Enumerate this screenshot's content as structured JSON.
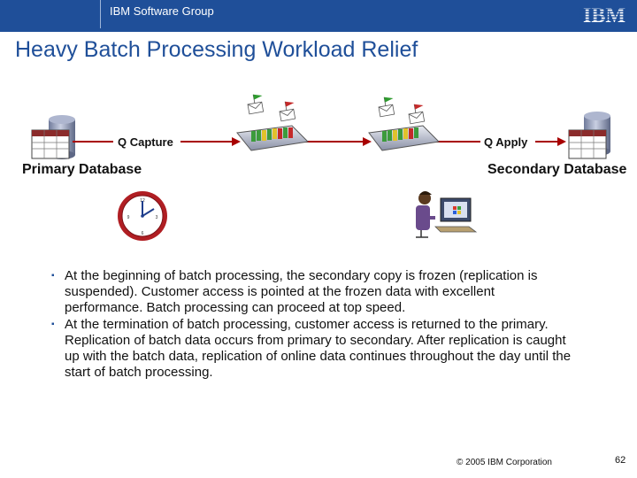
{
  "header": {
    "group_name": "IBM Software Group",
    "logo_text": "IBM"
  },
  "slide": {
    "title": "Heavy Batch Processing Workload Relief"
  },
  "diagram": {
    "capture_label": "Q Capture",
    "apply_label": "Q Apply",
    "primary_label": "Primary Database",
    "secondary_label": "Secondary Database",
    "icons": [
      "database-icon",
      "queue-icon",
      "envelope-icon",
      "clock-icon",
      "user-at-computer-icon"
    ]
  },
  "bullets": [
    "At the beginning of batch processing, the secondary copy is frozen (replication is suspended).  Customer access is pointed at  the frozen data with excellent performance.  Batch processing can proceed at top speed.",
    "At the termination of batch processing, customer access is returned to the primary.  Replication of batch data occurs from primary to secondary.  After replication is caught up with the batch data, replication of online data continues throughout the day until the start of batch processing."
  ],
  "footer": {
    "copyright": "© 2005 IBM Corporation",
    "page_number": "62"
  },
  "colors": {
    "header_bg": "#1f4f99",
    "title": "#1f4f99",
    "arrow": "#a80000"
  }
}
